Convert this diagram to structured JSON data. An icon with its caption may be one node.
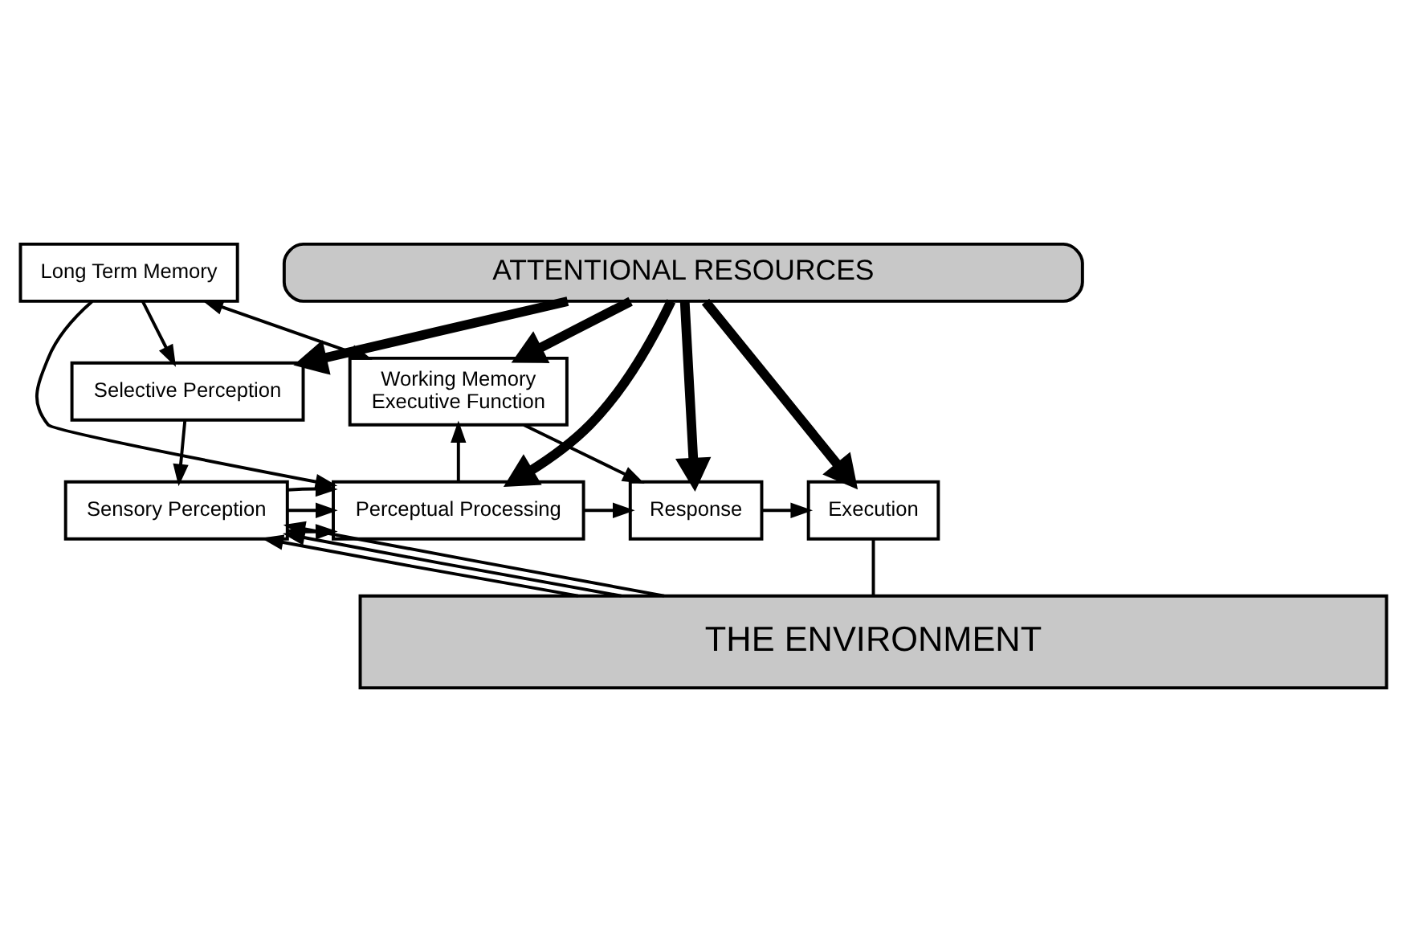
{
  "diagram": {
    "nodes": [
      {
        "text": [
          "ATTENTIONAL RESOURCES"
        ]
      },
      {
        "text": [
          "Long Term Memory"
        ]
      },
      {
        "text": [
          "Selective Perception"
        ]
      },
      {
        "text": [
          "Working Memory",
          "Executive Function"
        ]
      },
      {
        "text": [
          "Sensory Perception"
        ]
      },
      {
        "text": [
          "Perceptual Processing"
        ]
      },
      {
        "text": [
          "Response"
        ]
      },
      {
        "text": [
          "Execution"
        ]
      },
      {
        "text": [
          "THE ENVIRONMENT"
        ]
      }
    ],
    "edges": [
      {
        "from": 0,
        "to": 2,
        "arrow": "to",
        "style": "thick"
      },
      {
        "from": 1,
        "to": 2,
        "arrow": "to"
      },
      {
        "from": 0,
        "to": 5,
        "arrow": "to",
        "style": "thick"
      },
      {
        "from": 1,
        "to": 5,
        "arrow": "to"
      },
      {
        "from": 1,
        "to": 3,
        "arrow": "both"
      },
      {
        "from": 0,
        "to": 3,
        "arrow": "to",
        "style": "thick"
      },
      {
        "from": 0,
        "to": 6,
        "arrow": "to",
        "style": "thick"
      },
      {
        "from": 0,
        "to": 7,
        "arrow": "to",
        "style": "thick"
      },
      {
        "from": 2,
        "to": 4,
        "arrow": "to"
      },
      {
        "from": 4,
        "to": 5,
        "arrow": "to"
      },
      {
        "from": 4,
        "to": 5,
        "arrow": "to"
      },
      {
        "from": 4,
        "to": 5,
        "arrow": "to"
      },
      {
        "from": 5,
        "to": 3,
        "arrow": "to"
      },
      {
        "from": 3,
        "to": 6,
        "arrow": "to"
      },
      {
        "from": 5,
        "to": 6,
        "arrow": "to"
      },
      {
        "from": 6,
        "to": 7,
        "arrow": "to"
      },
      {
        "from": 7,
        "to": 8,
        "arrow": "none"
      },
      {
        "from": 8,
        "to": 4,
        "arrow": "to"
      },
      {
        "from": 8,
        "to": 4,
        "arrow": "to"
      },
      {
        "from": 8,
        "to": 4,
        "arrow": "to"
      }
    ]
  }
}
